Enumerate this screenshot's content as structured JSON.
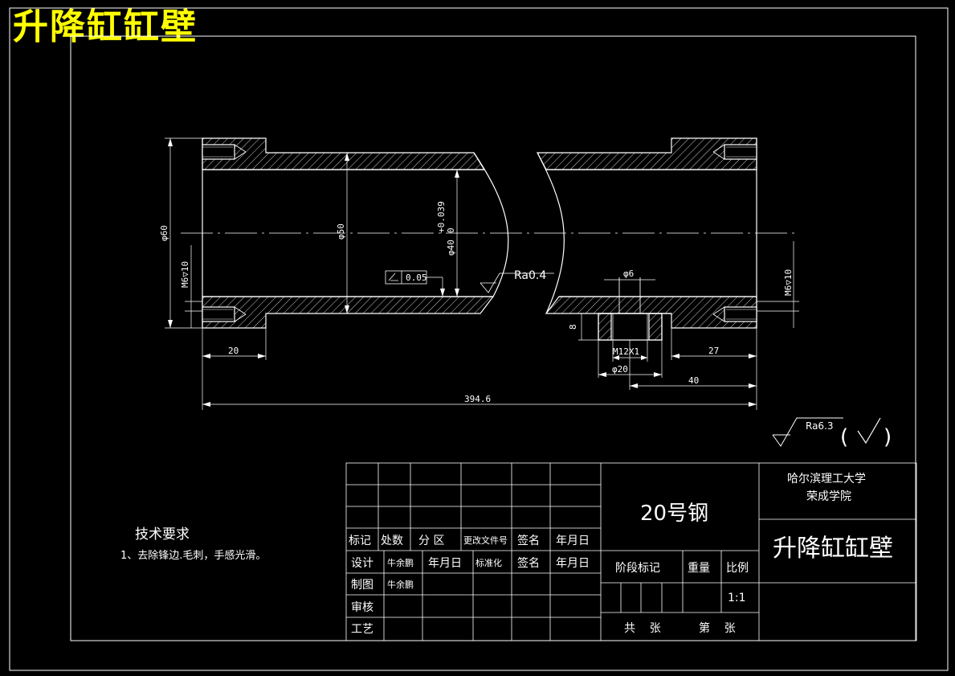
{
  "title": "升降缸缸壁",
  "dimensions": {
    "outer_dia": "φ60",
    "bore_dia": "φ50",
    "inner_dia": "φ40",
    "inner_tol_upper": "+0.039",
    "inner_tol_lower": "0",
    "thread_left": "M6▽10",
    "thread_right": "M6▽10",
    "left_len": "20",
    "right_len": "27",
    "total_len": "394.6",
    "hole_dia": "φ6",
    "port_thread": "M12X1",
    "port_dia": "φ20",
    "port_depth": "8",
    "port_pos": "40",
    "roughness_inner": "Ra0.4",
    "roughness_general": "Ra6.3",
    "runout_tol": "0.05"
  },
  "tech_req": {
    "heading": "技术要求",
    "item1": "1、去除锋边.毛刺，手感光滑。"
  },
  "title_block": {
    "material": "20号钢",
    "school_line1": "哈尔滨理工大学",
    "school_line2": "荣成学院",
    "part_name": "升降缸缸壁",
    "h_mark": "标记",
    "h_count": "处数",
    "h_zone": "分 区",
    "h_doc": "更改文件号",
    "h_sign": "签名",
    "h_date": "年月日",
    "design": "设计",
    "designer": "牛余鹏",
    "design_date": "年月日",
    "standard": "标准化",
    "sign2": "签名",
    "date2": "年月日",
    "draw": "制图",
    "drafter": "牛余鹏",
    "check": "审核",
    "process": "工艺",
    "stage": "阶段标记",
    "weight": "重量",
    "scale_label": "比例",
    "scale": "1:1",
    "total_sheets": "共    张",
    "sheet_no": "第    张"
  }
}
